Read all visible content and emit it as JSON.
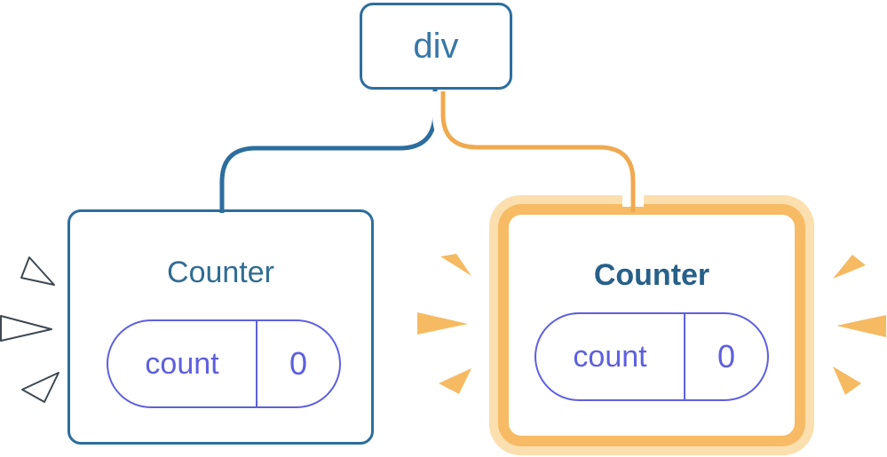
{
  "tree": {
    "root": {
      "label": "div"
    },
    "children": [
      {
        "title": "Counter",
        "highlighted": false,
        "state": {
          "name": "count",
          "value": "0"
        }
      },
      {
        "title": "Counter",
        "highlighted": true,
        "state": {
          "name": "count",
          "value": "0"
        }
      }
    ]
  },
  "colors": {
    "node_blue": "#2C6E9E",
    "div_text_blue": "#3878A8",
    "title_blue": "#2F6D92",
    "title_blue_bold": "#276089",
    "state_purple": "#5E5FDF",
    "edge_blue": "#2C6E9E",
    "edge_orange": "#EFA94F",
    "edge_casing_white": "#FFFFFF",
    "highlight_orange": "#F6BB64",
    "highlight_orange_pale": "#FBDFAE",
    "spark_orange": "#F5BA62",
    "spark_white_fill": "#FFFFFF",
    "spark_white_outline": "#3D4852"
  },
  "icons": {
    "left_card_sparks": "spark-burst-white-icon",
    "right_card_sparks": "spark-burst-orange-icon"
  }
}
